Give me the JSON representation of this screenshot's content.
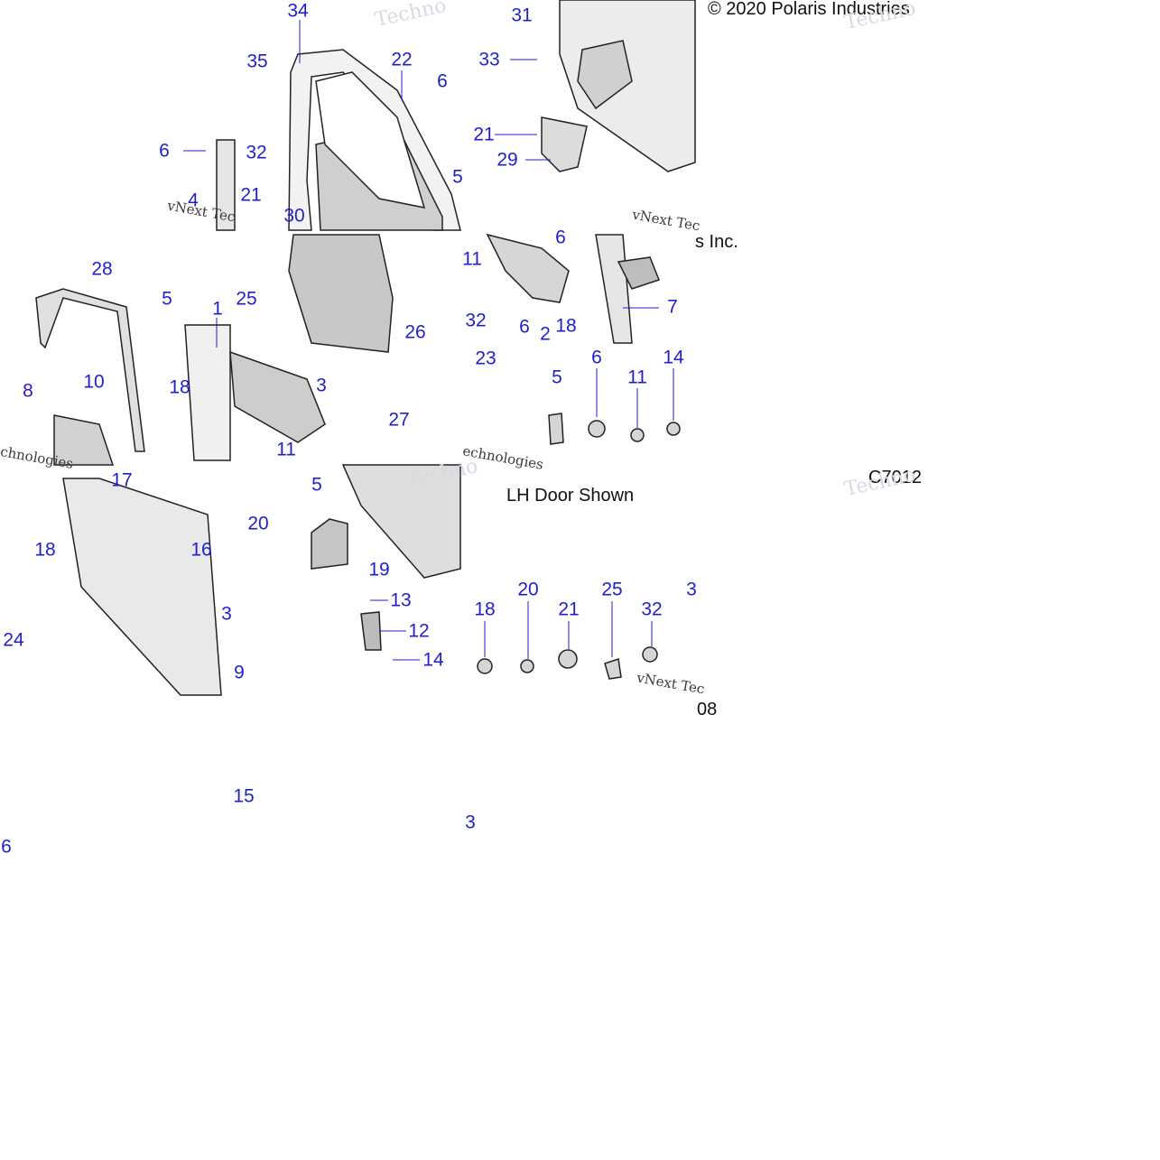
{
  "copyright": "© 2020 Polaris Industries",
  "figure_code": "C7012",
  "view_note": "LH Door Shown",
  "tile_fragment": "s Inc.",
  "page_fragment": "08",
  "watermark_word": "Techno",
  "watermark_tiles": [
    "vNext Tec",
    "vNext Tec",
    "vNext Tec",
    "chnologies",
    "echnologies"
  ],
  "colors": {
    "callout": "#1f1fd0",
    "part_fill": "#d9d9d9",
    "part_stroke": "#222222"
  },
  "callouts": [
    "34",
    "22",
    "35",
    "6",
    "32",
    "31",
    "33",
    "21",
    "29",
    "6",
    "21",
    "30",
    "4",
    "5",
    "6",
    "28",
    "5",
    "25",
    "1",
    "26",
    "23",
    "11",
    "6",
    "32",
    "6",
    "2",
    "18",
    "7",
    "8",
    "10",
    "18",
    "3",
    "27",
    "5",
    "6",
    "11",
    "14",
    "17",
    "16",
    "18",
    "20",
    "5",
    "19",
    "13",
    "12",
    "14",
    "3",
    "24",
    "9",
    "18",
    "20",
    "21",
    "25",
    "32",
    "3",
    "15",
    "3",
    "6",
    "11"
  ]
}
